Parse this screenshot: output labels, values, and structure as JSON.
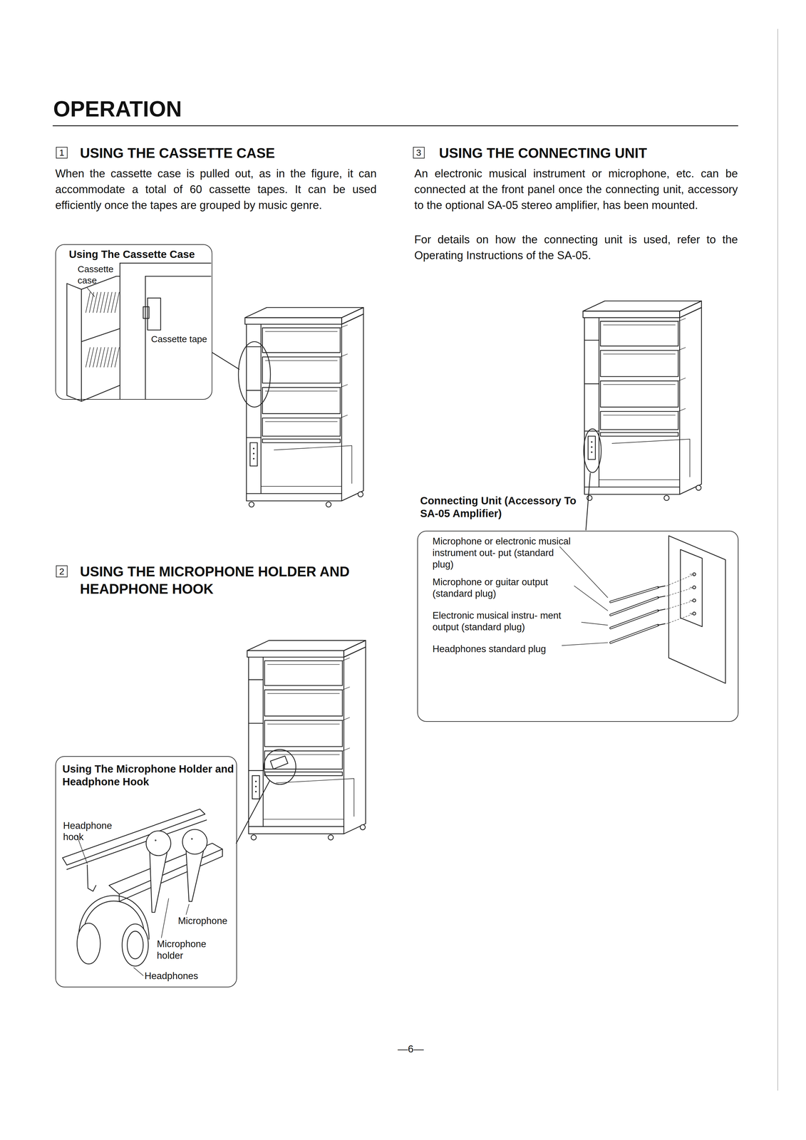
{
  "diagram": {
    "title": "OPERATION",
    "nodes": [
      {
        "text": [
          "Using The Cassette Case",
          "Cassette case",
          "Cassette tape"
        ]
      },
      {
        "text": [
          "Using The Microphone Holder and Headphone Hook",
          "Headphone hook",
          "Microphone",
          "Microphone holder",
          "Headphones"
        ]
      },
      {
        "text": [
          "Connecting Unit (Accessory To SA-05 Amplifier)",
          "Microphone or electronic musical instrument out- put (standard plug)",
          "Microphone or guitar output (standard plug)",
          "Electronic musical instru- ment output (standard plug)",
          "Headphones standard plug"
        ]
      },
      {
        "text": [
          "1"
        ]
      },
      {
        "text": [
          "2"
        ]
      },
      {
        "text": [
          "3"
        ]
      }
    ],
    "labels": [
      "USING THE CASSETTE CASE",
      "When the cassette case is pulled out, as in the figure, it can accommodate a total of 60 cassette tapes. It can be used efficiently once the tapes are grouped by music genre.",
      "USING THE MICROPHONE HOLDER AND HEADPHONE HOOK",
      "USING THE CONNECTING UNIT",
      "An electronic musical instrument or microphone, etc. can be connected at the front panel once the connecting unit, accessory to the optional SA-05 stereo amplifier, has been mounted.",
      "For details on how the connecting unit is used, refer to the Operating Instructions of the SA-05.",
      "—6—"
    ]
  }
}
